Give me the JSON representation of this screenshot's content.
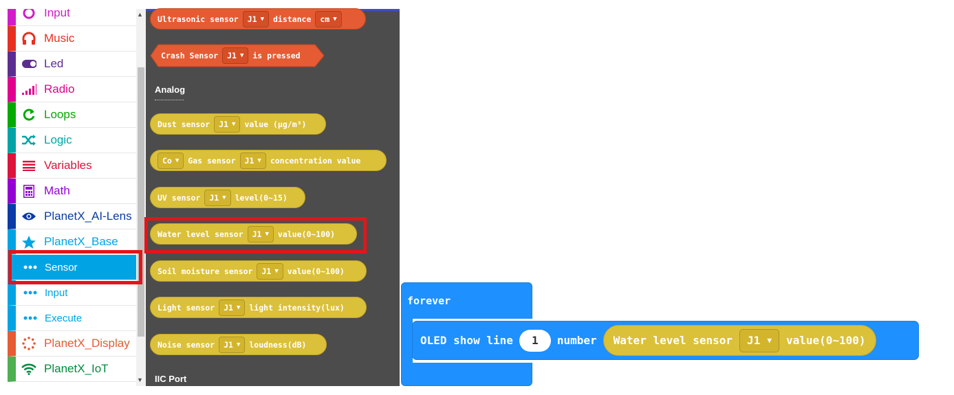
{
  "colors": {
    "input": "#cf1ec8",
    "music": "#e63022",
    "led": "#5c2d91",
    "radio": "#e3008c",
    "loops": "#00aa00",
    "logic": "#00a4a6",
    "variables": "#dc143c",
    "math": "#9400d3",
    "ailens": "#0a3ba6",
    "base": "#00a4e4",
    "sensor": "#00a4e4",
    "display": "#e55b33",
    "iot": "#4caf50",
    "sensor_block": "#dbc03a",
    "event_block": "#e55b33",
    "loop_block": "#1e90ff"
  },
  "sidebar": {
    "items": [
      {
        "label": "Input",
        "icon": "circle-icon"
      },
      {
        "label": "Music",
        "icon": "headphones-icon"
      },
      {
        "label": "Led",
        "icon": "toggle-icon"
      },
      {
        "label": "Radio",
        "icon": "signal-bars-icon"
      },
      {
        "label": "Loops",
        "icon": "refresh-icon"
      },
      {
        "label": "Logic",
        "icon": "shuffle-icon"
      },
      {
        "label": "Variables",
        "icon": "list-icon"
      },
      {
        "label": "Math",
        "icon": "calculator-icon"
      },
      {
        "label": "PlanetX_AI-Lens",
        "icon": "eye-icon"
      },
      {
        "label": "PlanetX_Base",
        "icon": "star-icon"
      },
      {
        "label": "Sensor",
        "icon": "dots-icon"
      },
      {
        "label": "Input",
        "icon": "dots-icon"
      },
      {
        "label": "Execute",
        "icon": "dots-icon"
      },
      {
        "label": "PlanetX_Display",
        "icon": "dotted-circle-icon"
      },
      {
        "label": "PlanetX_IoT",
        "icon": "wifi-icon"
      }
    ]
  },
  "flyout": {
    "ultrasonic": {
      "label": "Ultrasonic sensor",
      "port": "J1",
      "mid": "distance",
      "unit": "cm"
    },
    "crash": {
      "label": "Crash Sensor",
      "port": "J1",
      "suffix": "is pressed"
    },
    "section_analog": "Analog",
    "dust": {
      "label": "Dust sensor",
      "port": "J1",
      "suffix": "value (μg/m³)"
    },
    "gas": {
      "gas": "Co",
      "label": "Gas sensor",
      "port": "J1",
      "suffix": "concentration value"
    },
    "uv": {
      "label": "UV sensor",
      "port": "J1",
      "suffix": "level(0~15)"
    },
    "water": {
      "label": "Water level sensor",
      "port": "J1",
      "suffix": "value(0~100)"
    },
    "soil": {
      "label": "Soil moisture sensor",
      "port": "J1",
      "suffix": "value(0~100)"
    },
    "light": {
      "label": "Light sensor",
      "port": "J1",
      "suffix": "light intensity(lux)"
    },
    "noise": {
      "label": "Noise sensor",
      "port": "J1",
      "suffix": "loudness(dB)"
    },
    "section_iic": "IIC Port"
  },
  "workspace": {
    "forever_label": "forever",
    "oled": {
      "label": "OLED show line",
      "line_value": "1",
      "number_label": "number"
    },
    "water_block": {
      "label": "Water level sensor",
      "port": "J1",
      "suffix": "value(0~100)"
    }
  }
}
